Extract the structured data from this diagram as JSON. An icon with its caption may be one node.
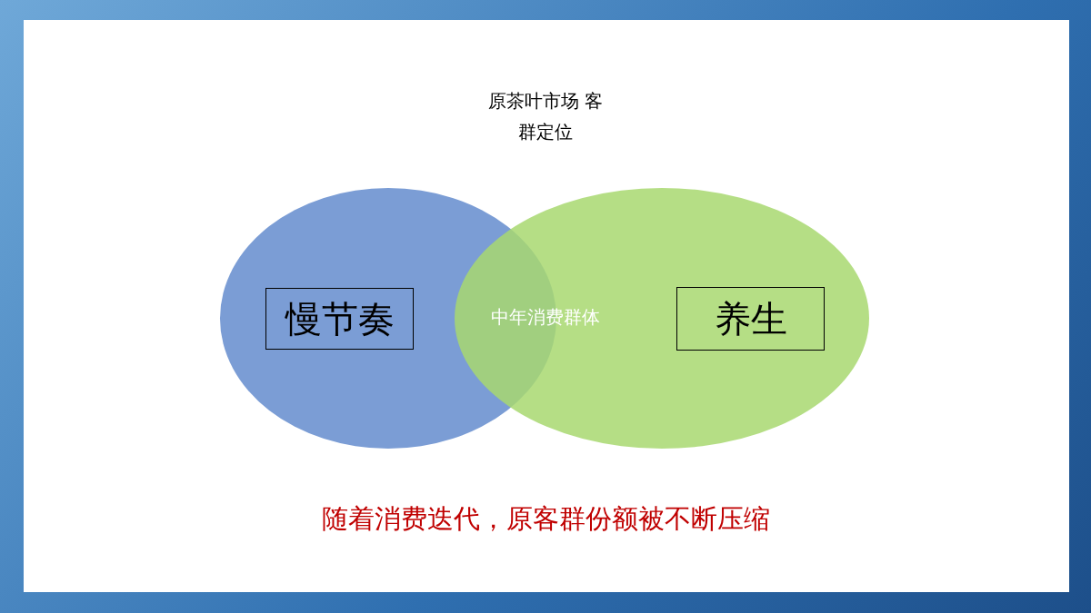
{
  "diagram": {
    "title": "原茶叶市场 客群定位",
    "caption": "随着消费迭代，原客群份额被不断压缩",
    "nodes": [
      {
        "text": [],
        "shape": "ellipse"
      },
      {
        "text": [
          "慢节奏"
        ],
        "in": 0
      },
      {
        "text": [],
        "shape": "ellipse"
      },
      {
        "text": [
          "养生"
        ],
        "in": 2
      }
    ],
    "edges": [],
    "labels": [
      "中年消费群体"
    ]
  }
}
